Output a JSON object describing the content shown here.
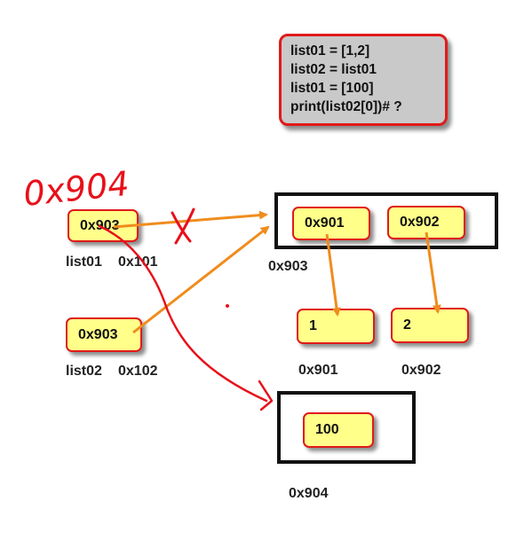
{
  "code": {
    "lines": [
      "list01 = [1,2]",
      "list02 = list01",
      "list01 = [100]",
      "print(list02[0])# ?"
    ]
  },
  "variables": {
    "list01": {
      "value": "0x903",
      "name": "list01",
      "address": "0x101"
    },
    "list02": {
      "value": "0x903",
      "name": "list02",
      "address": "0x102"
    }
  },
  "list_object": {
    "address": "0x903",
    "elements": [
      {
        "ref": "0x901",
        "target_value": "1",
        "target_address": "0x901"
      },
      {
        "ref": "0x902",
        "target_value": "2",
        "target_address": "0x902"
      }
    ]
  },
  "new_list_object": {
    "address": "0x904",
    "elements": [
      {
        "value": "100"
      }
    ]
  },
  "handwritten_annotation": "0x904",
  "colors": {
    "arrow": "#f08c1e",
    "annotation": "#e8101a",
    "cell_fill": "#ffff8a",
    "cell_border": "#e01a1a",
    "code_fill": "#c9c9c9"
  }
}
